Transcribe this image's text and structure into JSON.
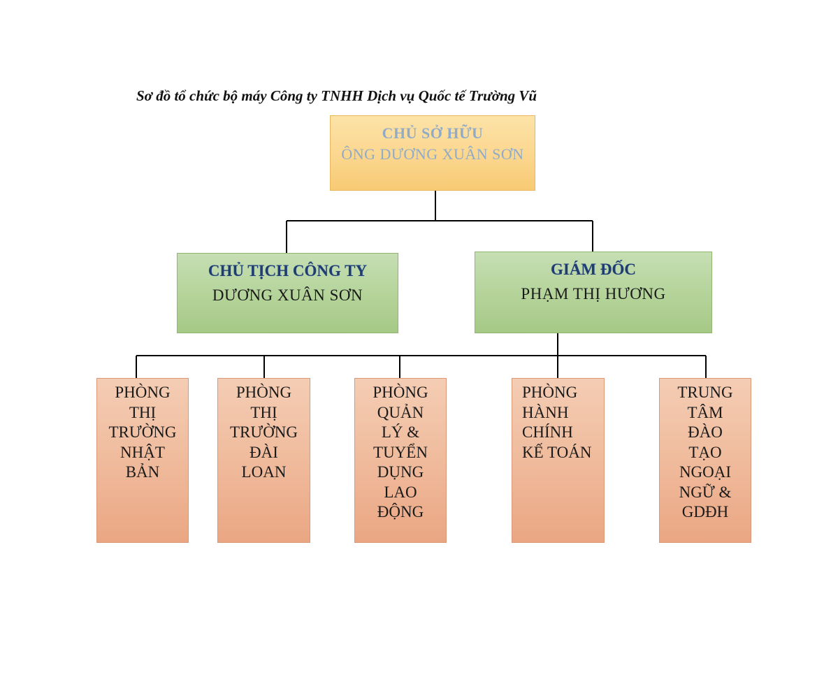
{
  "title": "Sơ đồ tổ chức bộ máy Công ty TNHH Dịch vụ Quốc tế Trường Vũ",
  "owner": {
    "role": "CHỦ SỞ HỮU",
    "person": "ÔNG DƯƠNG XUÂN SƠN"
  },
  "chairman": {
    "role": "CHỦ TỊCH CÔNG TY",
    "person": "DƯƠNG XUÂN SƠN"
  },
  "director": {
    "role": "GIÁM ĐỐC",
    "person": "PHẠM THỊ HƯƠNG"
  },
  "departments": [
    {
      "lines": [
        "PHÒNG",
        "THỊ",
        "TRƯỜNG",
        "NHẬT",
        "BẢN"
      ]
    },
    {
      "lines": [
        "PHÒNG",
        "THỊ",
        "TRƯỜNG",
        "ĐÀI",
        "LOAN"
      ]
    },
    {
      "lines": [
        "PHÒNG",
        "QUẢN",
        "LÝ &",
        "TUYỂN",
        "DỤNG",
        "LAO",
        "ĐỘNG"
      ]
    },
    {
      "lines": [
        "PHÒNG",
        "HÀNH",
        "CHÍNH",
        "KẾ TOÁN"
      ]
    },
    {
      "lines": [
        "TRUNG",
        "TÂM",
        "ĐÀO",
        "TẠO",
        "NGOẠI",
        "NGỮ &",
        "GDĐH"
      ]
    }
  ],
  "colors": {
    "owner_fill": "#fbd58b",
    "owner_text": "#8fabc8",
    "manager_fill": "#b5d49b",
    "manager_role_text": "#1f3d6e",
    "department_fill": "#efb99a",
    "connector": "#000000"
  }
}
